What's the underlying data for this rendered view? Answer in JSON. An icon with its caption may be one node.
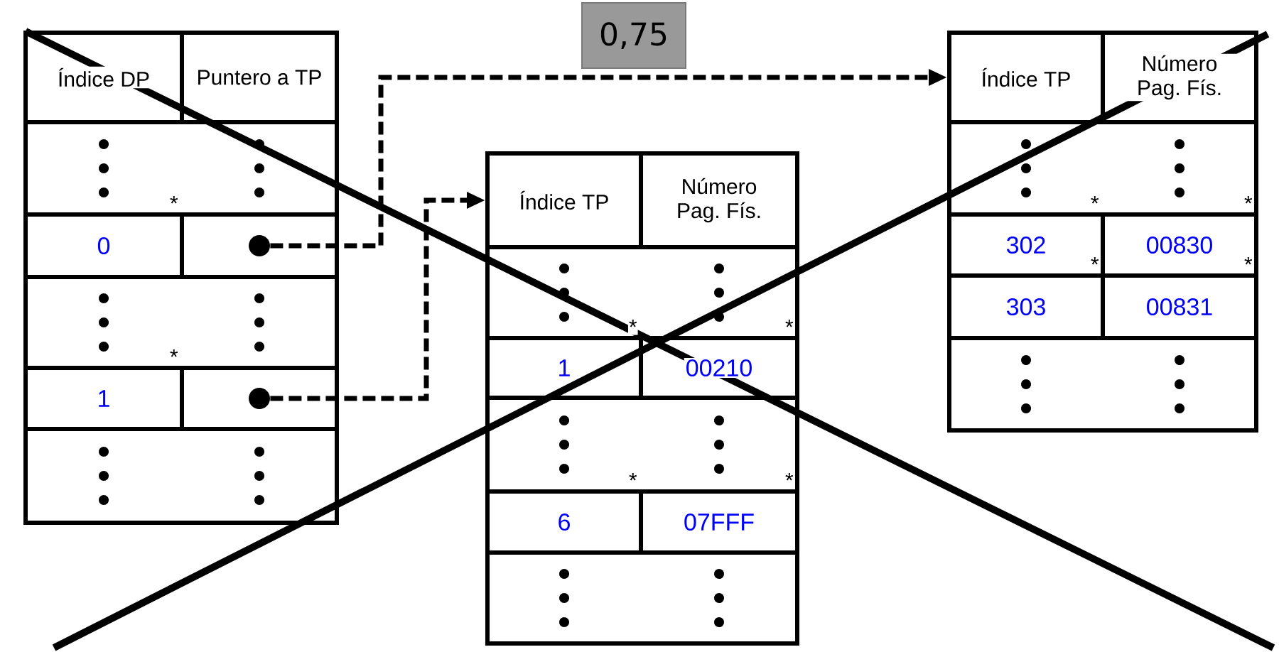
{
  "diagram": {
    "nodes": [
      {
        "text": [],
        "shape": "box"
      },
      {
        "text": [
          "Índice DP"
        ],
        "in": 0
      },
      {
        "text": [
          "Puntero a TP"
        ],
        "in": 0
      },
      {
        "text": [
          "0"
        ],
        "in": 0,
        "beside": [
          "*"
        ]
      },
      {
        "text": [],
        "shape": "circle",
        "in": 0
      },
      {
        "text": [
          "1"
        ],
        "in": 0,
        "beside": [
          "*"
        ]
      },
      {
        "text": [],
        "shape": "circle",
        "in": 0
      },
      {
        "text": [],
        "shape": "box"
      },
      {
        "text": [
          "Índice TP"
        ],
        "in": 7
      },
      {
        "text": [
          "Número Pag. Fís."
        ],
        "in": 7
      },
      {
        "text": [
          "1"
        ],
        "in": 7,
        "beside": [
          "*"
        ]
      },
      {
        "text": [
          "00210"
        ],
        "in": 7,
        "beside": [
          "*"
        ]
      },
      {
        "text": [
          "6"
        ],
        "in": 7,
        "beside": [
          "*"
        ]
      },
      {
        "text": [
          "07FFF"
        ],
        "in": 7,
        "beside": [
          "*"
        ]
      },
      {
        "text": [],
        "shape": "box"
      },
      {
        "text": [
          "Índice TP"
        ],
        "in": 14
      },
      {
        "text": [
          "Número Pag. Fís."
        ],
        "in": 14
      },
      {
        "text": [
          "302"
        ],
        "in": 14,
        "beside": [
          "*"
        ]
      },
      {
        "text": [
          "00830"
        ],
        "in": 14,
        "beside": [
          "*"
        ]
      },
      {
        "text": [
          "303"
        ],
        "in": 14,
        "beside": [
          "*"
        ]
      },
      {
        "text": [
          "00831"
        ],
        "in": 14,
        "beside": [
          "*"
        ]
      },
      {
        "text": [
          "0,75"
        ]
      }
    ],
    "edges": [
      {
        "from": 4,
        "to": 15,
        "arrow": "to",
        "style": "dashed"
      },
      {
        "from": 6,
        "to": 8,
        "arrow": "to",
        "style": "dashed"
      }
    ]
  }
}
